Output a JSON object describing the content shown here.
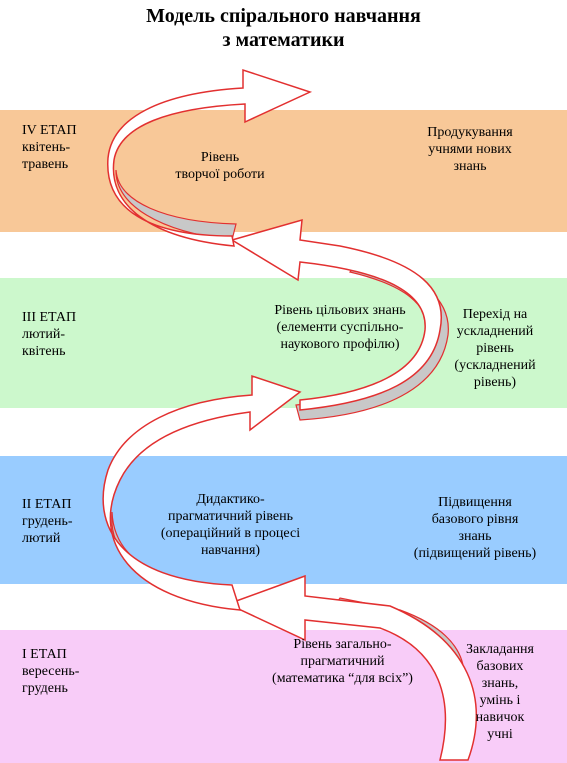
{
  "title": {
    "line1": "Модель спірального навчання",
    "line2": "з математики"
  },
  "stages": [
    {
      "stage": "IV ЕТАП",
      "period1": "квітень-",
      "period2": "травень",
      "level_lines": [
        "Рівень",
        "творчої роботи"
      ],
      "right_lines": [
        "Продукування",
        "учнями нових",
        "знань"
      ]
    },
    {
      "stage": "ІІІ ЕТАП",
      "period1": "лютий-",
      "period2": "квітень",
      "level_lines": [
        "Рівень цільових знань",
        "(елементи суспільно-",
        "наукового профілю)"
      ],
      "right_lines": [
        "Перехід на",
        "ускладнений",
        "рівень",
        "(ускладнений",
        "рівень)"
      ]
    },
    {
      "stage": "ІІ ЕТАП",
      "period1": "грудень-",
      "period2": "лютий",
      "level_lines": [
        "Дидактико-",
        "прагматичний рівень",
        "(операційний в процесі",
        "навчання)"
      ],
      "right_lines": [
        "Підвищення",
        "базового рівня",
        "знань",
        "(підвищений рівень)"
      ]
    },
    {
      "stage": "І ЕТАП",
      "period1": "вересень-",
      "period2": "грудень",
      "level_lines": [
        "Рівень загально-",
        "прагматичний",
        "(математика “для всіх”)"
      ],
      "right_lines": [
        "Закладання",
        "базових",
        "знань,",
        "умінь і",
        "навичок",
        "учні"
      ]
    }
  ],
  "colors": {
    "stage4": "#f8c898",
    "stage3": "#ccf8cc",
    "stage2": "#99ccff",
    "stage1": "#f8ccf8",
    "arrow_stroke": "#e23030",
    "arrow_fill": "#ffffff",
    "arrow_shadow": "#c8c8c8"
  }
}
